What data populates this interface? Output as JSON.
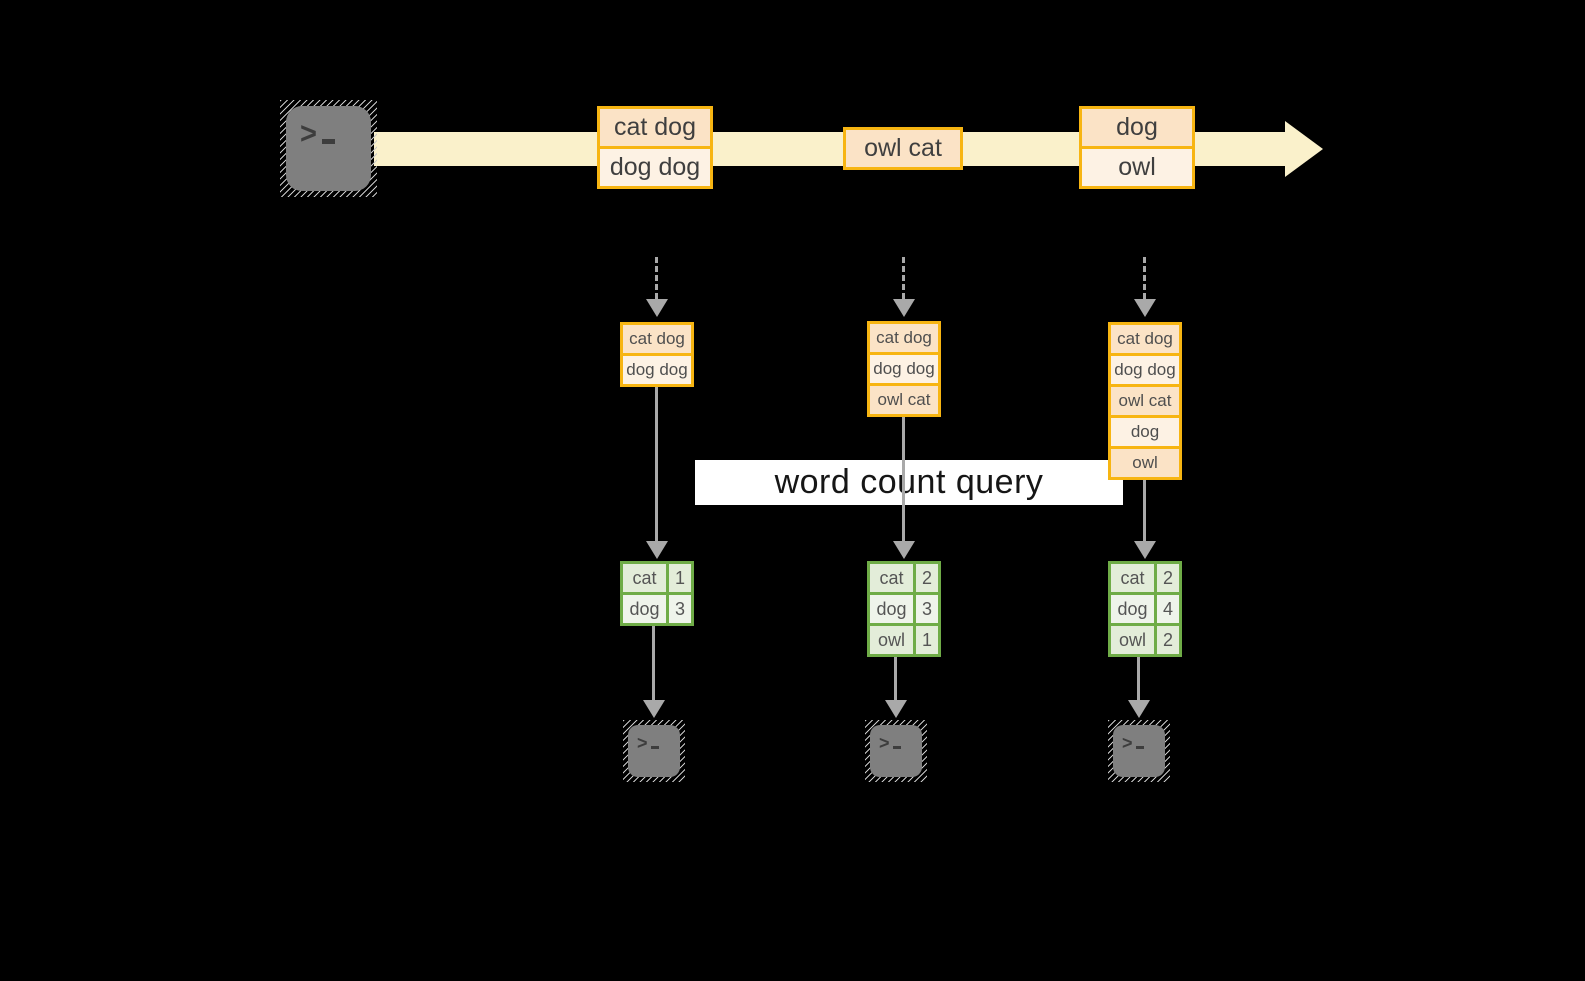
{
  "query": {
    "label": "word count query"
  },
  "stream": {
    "groups": [
      {
        "records": [
          "cat dog",
          "dog dog"
        ]
      },
      {
        "records": [
          "owl cat"
        ]
      },
      {
        "records": [
          "dog",
          "owl"
        ]
      }
    ]
  },
  "columns": [
    {
      "state": [
        "cat dog",
        "dog dog"
      ],
      "result": [
        {
          "word": "cat",
          "count": "1"
        },
        {
          "word": "dog",
          "count": "3"
        }
      ]
    },
    {
      "state": [
        "cat dog",
        "dog dog",
        "owl cat"
      ],
      "result": [
        {
          "word": "cat",
          "count": "2"
        },
        {
          "word": "dog",
          "count": "3"
        },
        {
          "word": "owl",
          "count": "1"
        }
      ]
    },
    {
      "state": [
        "cat dog",
        "dog dog",
        "owl cat",
        "dog",
        "owl"
      ],
      "result": [
        {
          "word": "cat",
          "count": "2"
        },
        {
          "word": "dog",
          "count": "4"
        },
        {
          "word": "owl",
          "count": "2"
        }
      ]
    }
  ],
  "icons": {
    "source": "terminal-icon",
    "sinks": [
      "terminal-icon",
      "terminal-icon",
      "terminal-icon"
    ],
    "prompt_chevron": ">"
  },
  "colors": {
    "background": "#000000",
    "stream_band": "#faf1cb",
    "record_border": "#f7b512",
    "record_fill_dark": "#fbe3c6",
    "record_fill_light": "#fdf2e4",
    "table_border": "#6fac47",
    "table_fill_a": "#e3edd9",
    "table_fill_b": "#eff4eb",
    "arrow_gray": "#a9a9a9",
    "terminal_gray": "#7f7f7f",
    "query_band_bg": "#ffffff",
    "query_text": "#161616"
  }
}
